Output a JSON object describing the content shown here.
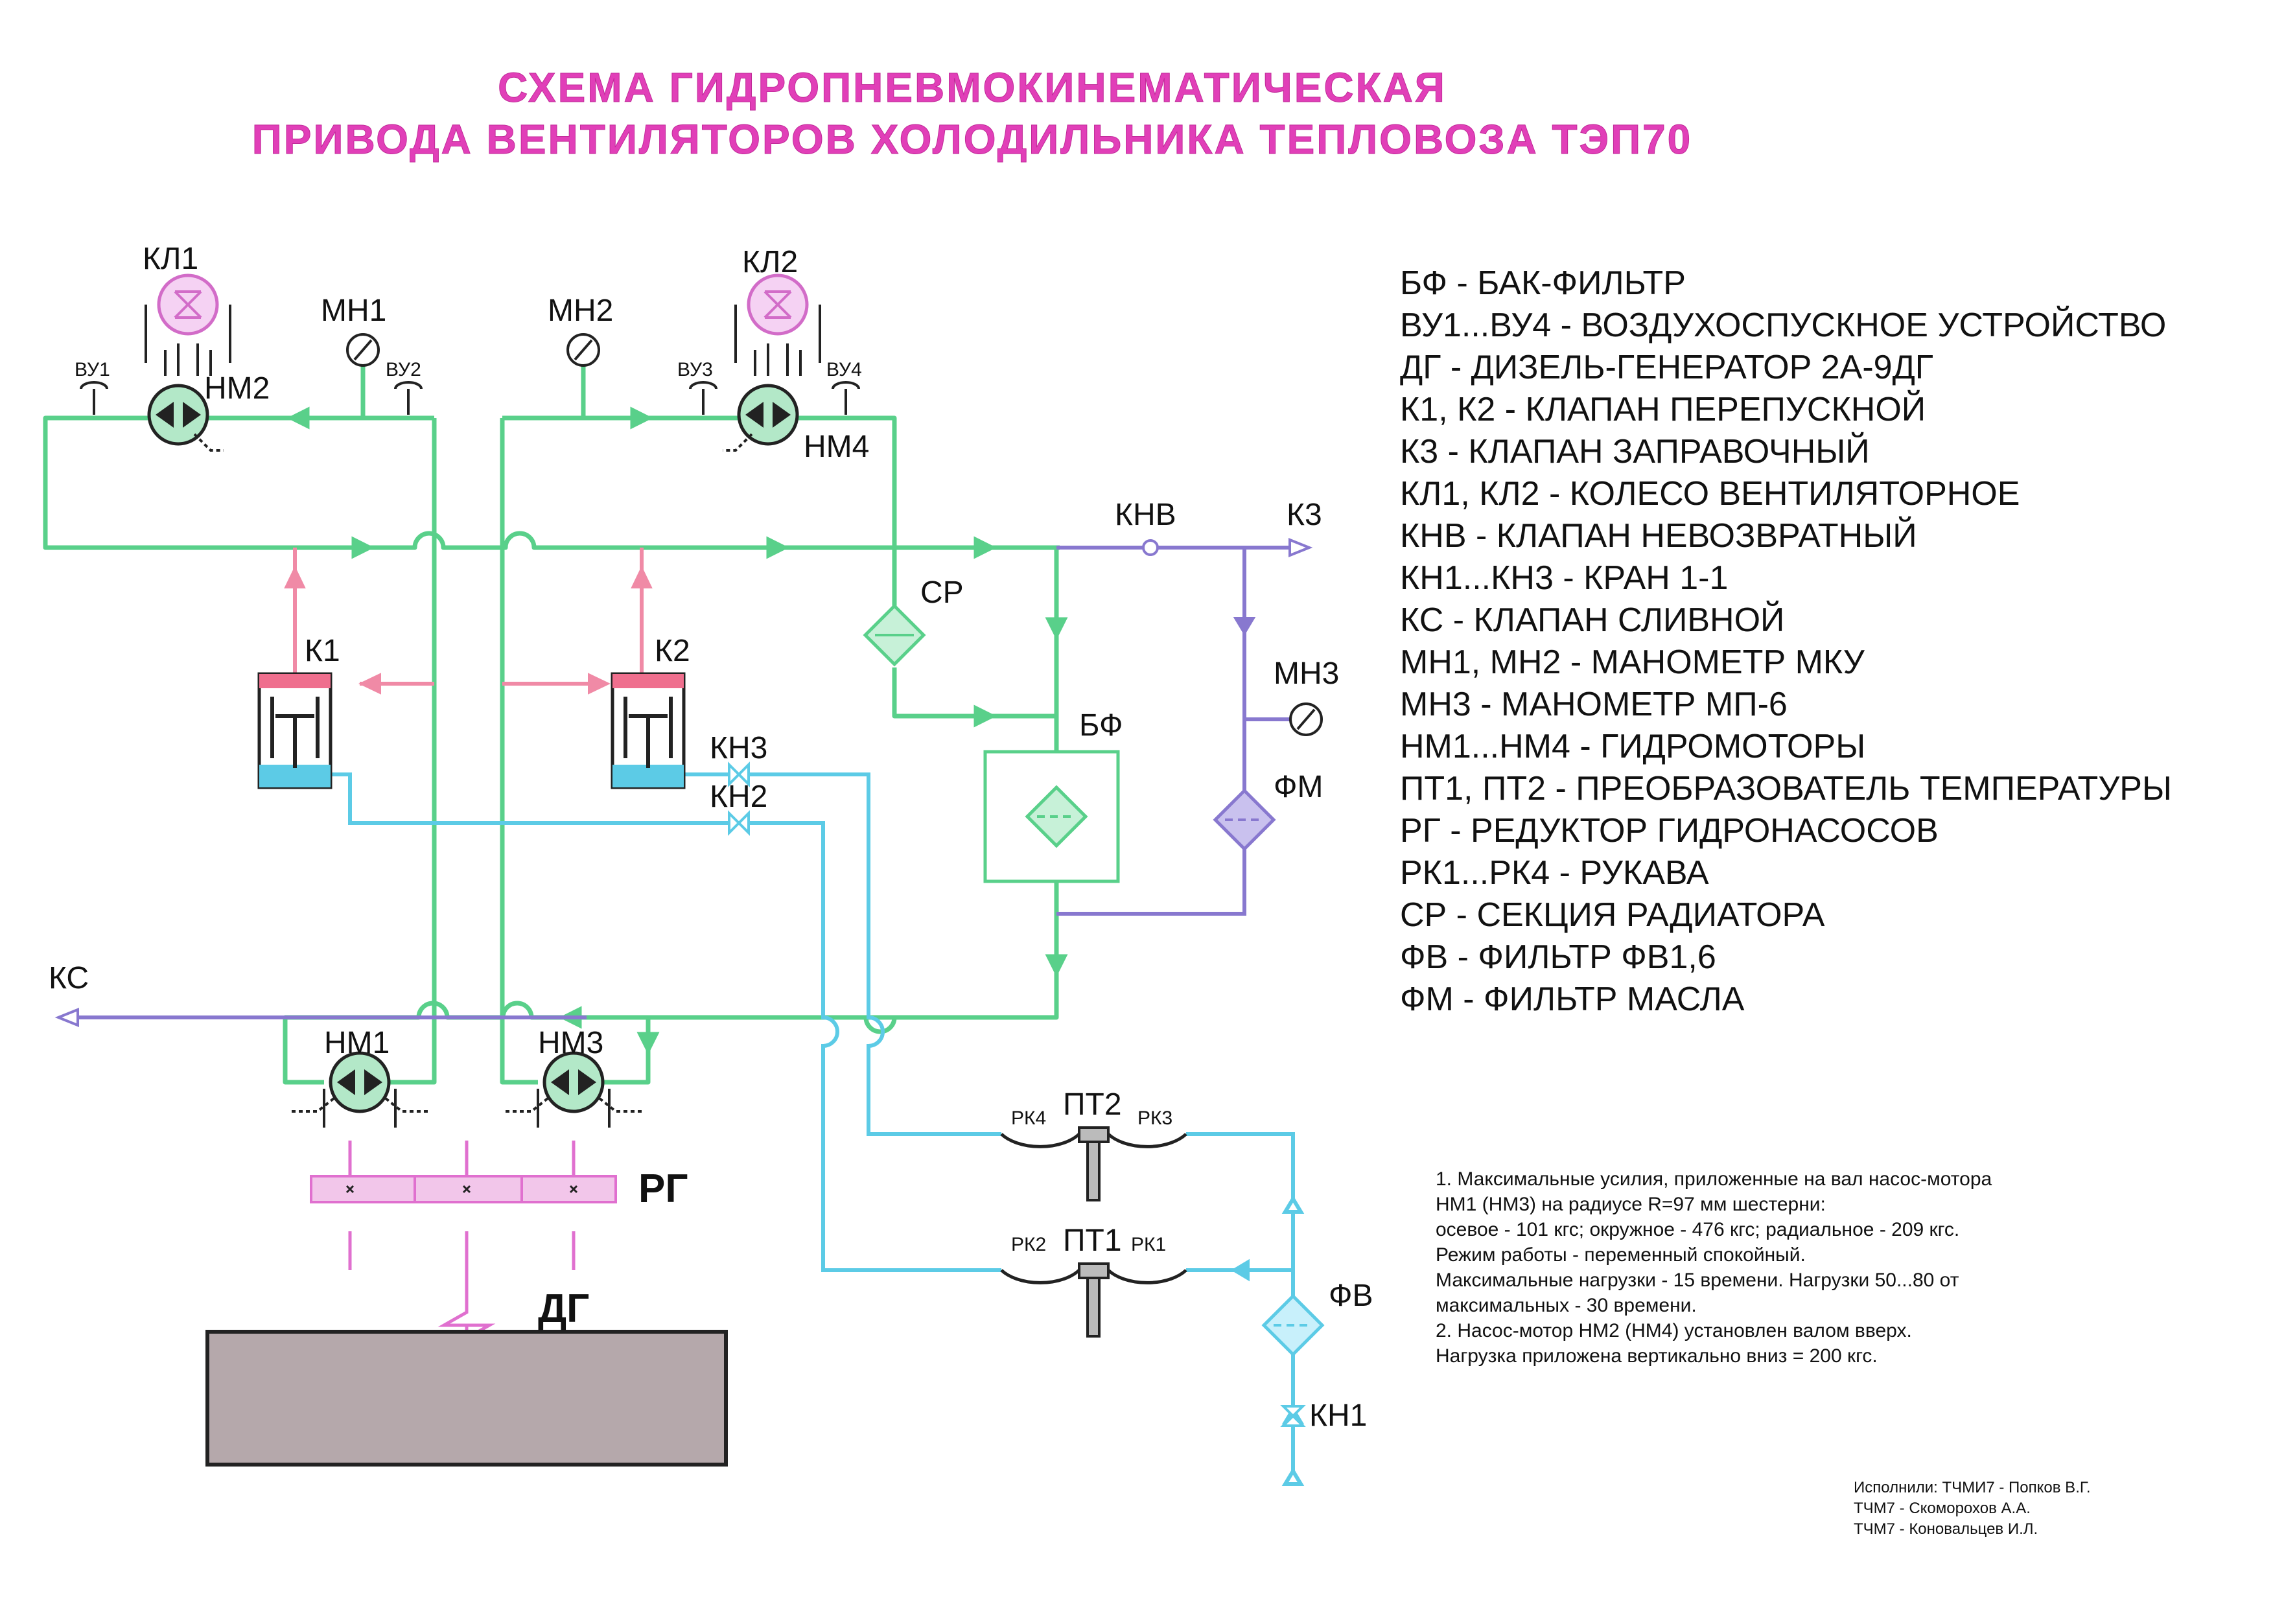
{
  "title": {
    "line1": "СХЕМА ГИДРОПНЕВМОКИНЕМАТИЧЕСКАЯ",
    "line2": "ПРИВОДА ВЕНТИЛЯТОРОВ ХОЛОДИЛЬНИКА ТЕПЛОВОЗА ТЭП70"
  },
  "labels": {
    "kl1": "КЛ1",
    "kl2": "КЛ2",
    "mn1": "МН1",
    "mn2": "МН2",
    "mn3": "МН3",
    "vu1": "ВУ1",
    "vu2": "ВУ2",
    "vu3": "ВУ3",
    "vu4": "ВУ4",
    "nm1": "НМ1",
    "nm2": "НМ2",
    "nm3": "НМ3",
    "nm4": "НМ4",
    "k1": "К1",
    "k2": "К2",
    "k3": "К3",
    "kn1": "КН1",
    "kn2": "КН2",
    "kn3": "КН3",
    "knv": "КНВ",
    "ks": "КС",
    "sr": "СР",
    "bf": "БФ",
    "fm": "ФМ",
    "fv": "ФВ",
    "pt1": "ПТ1",
    "pt2": "ПТ2",
    "rk1": "РК1",
    "rk2": "РК2",
    "rk3": "РК3",
    "rk4": "РК4",
    "rg": "РГ",
    "dg": "ДГ"
  },
  "colors": {
    "title": "#e13fb8",
    "green_line": "#59d08a",
    "blue_line": "#5ccbe6",
    "purple_line": "#8878cf",
    "pink_line": "#f08aa6",
    "magenta": "#e070cf",
    "diesel": "#b5a8ab"
  },
  "legend": [
    "БФ    - БАК-ФИЛЬТР",
    "ВУ1...ВУ4 - ВОЗДУХОСПУСКНОЕ УСТРОЙСТВО",
    "ДГ    - ДИЗЕЛЬ-ГЕНЕРАТОР 2А-9ДГ",
    "К1, К2 - КЛАПАН ПЕРЕПУСКНОЙ",
    "К3      - КЛАПАН ЗАПРАВОЧНЫЙ",
    "КЛ1, КЛ2 - КОЛЕСО ВЕНТИЛЯТОРНОЕ",
    "КНВ  - КЛАПАН НЕВОЗВРАТНЫЙ",
    "КН1...КН3 - КРАН 1-1",
    "КС     - КЛАПАН СЛИВНОЙ",
    "МН1, МН2 - МАНОМЕТР МКУ",
    "МН3  - МАНОМЕТР МП-6",
    "НМ1...НМ4 - ГИДРОМОТОРЫ",
    "ПТ1, ПТ2 - ПРЕОБРАЗОВАТЕЛЬ ТЕМПЕРАТУРЫ",
    "РГ     - РЕДУКТОР ГИДРОНАСОСОВ",
    "РК1...РК4 - РУКАВА",
    "СР     - СЕКЦИЯ РАДИАТОРА",
    "ФВ     - ФИЛЬТР ФВ1,6",
    "ФМ    - ФИЛЬТР МАСЛА"
  ],
  "notes": [
    "1. Максимальные усилия, приложенные на вал насос-мотора",
    "НМ1 (НМ3) на радиусе R=97 мм шестерни:",
    "  осевое - 101 кгс; окружное - 476 кгс; радиальное - 209 кгс.",
    "  Режим работы - переменный спокойный.",
    "  Максимальные нагрузки - 15  времени. Нагрузки 50...80  от",
    "максимальных - 30  времени.",
    "  2. Насос-мотор НМ2 (НМ4) установлен валом вверх.",
    "Нагрузка приложена вертикально вниз = 200 кгс."
  ],
  "credits": [
    "Исполнили: ТЧМИ7 - Попков В.Г.",
    "ТЧМ7 - Скоморохов А.А.",
    "ТЧМ7 - Коновальцев И.Л."
  ]
}
